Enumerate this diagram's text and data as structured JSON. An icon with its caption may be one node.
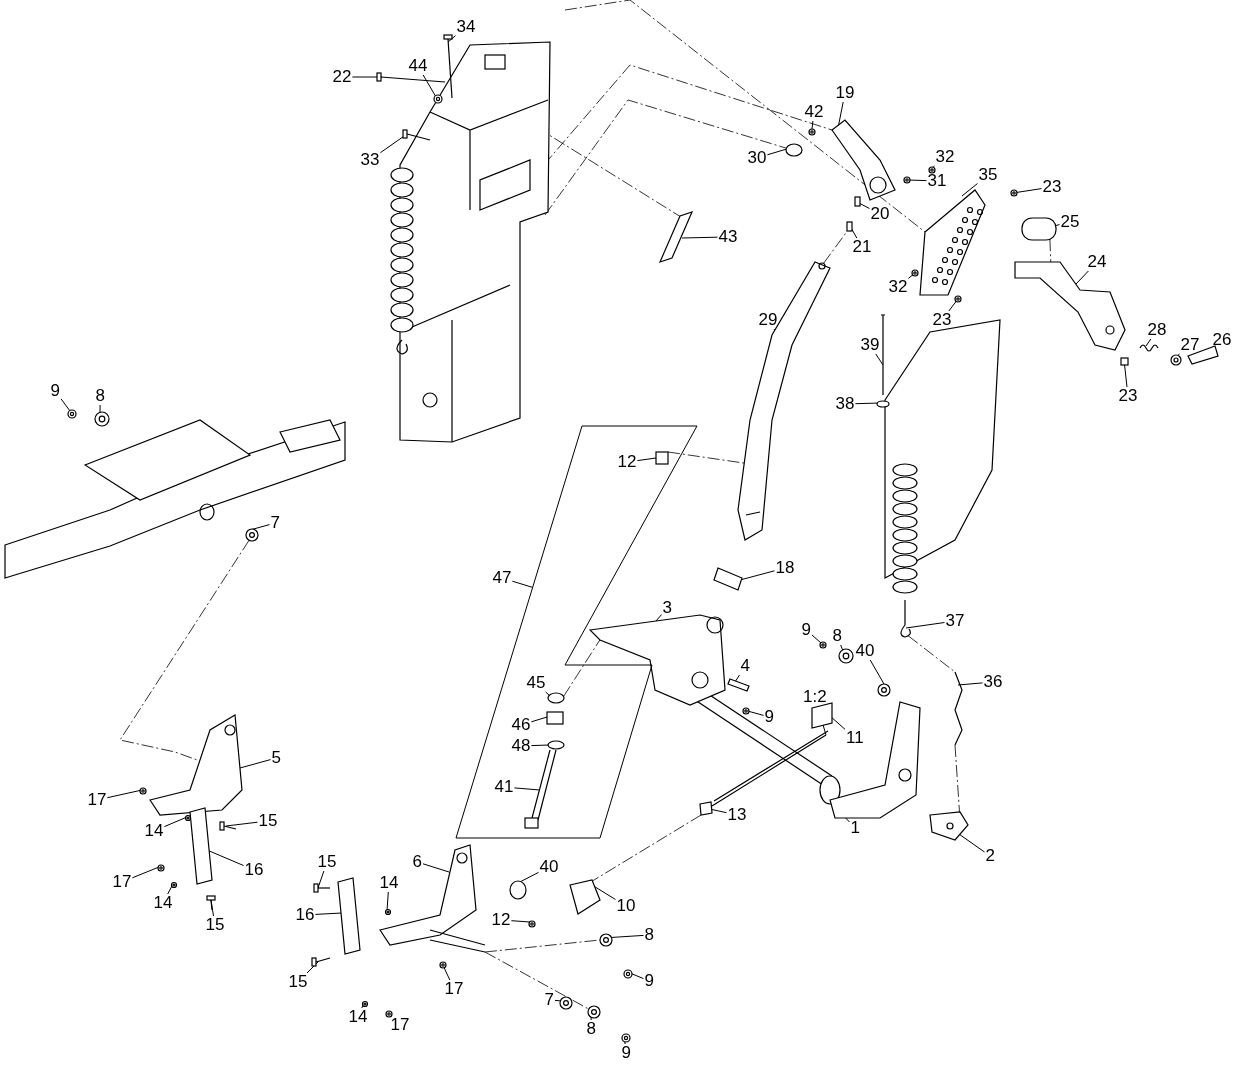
{
  "diagram": {
    "nodes": [
      {
        "text": [
          "34"
        ]
      },
      {
        "text": [
          "22"
        ]
      },
      {
        "text": [
          "44"
        ]
      },
      {
        "text": [
          "33"
        ]
      },
      {
        "text": [
          "19"
        ]
      },
      {
        "text": [
          "42"
        ]
      },
      {
        "text": [
          "30"
        ]
      },
      {
        "text": [
          "32"
        ]
      },
      {
        "text": [
          "35"
        ]
      },
      {
        "text": [
          "23"
        ]
      },
      {
        "text": [
          "31"
        ]
      },
      {
        "text": [
          "25"
        ]
      },
      {
        "text": [
          "20"
        ]
      },
      {
        "text": [
          "43"
        ]
      },
      {
        "text": [
          "21"
        ]
      },
      {
        "text": [
          "24"
        ]
      },
      {
        "text": [
          "32"
        ]
      },
      {
        "text": [
          "23"
        ]
      },
      {
        "text": [
          "29"
        ]
      },
      {
        "text": [
          "28"
        ]
      },
      {
        "text": [
          "27"
        ]
      },
      {
        "text": [
          "26"
        ]
      },
      {
        "text": [
          "39"
        ]
      },
      {
        "text": [
          "23"
        ]
      },
      {
        "text": [
          "38"
        ]
      },
      {
        "text": [
          "9"
        ]
      },
      {
        "text": [
          "8"
        ]
      },
      {
        "text": [],
        "shape": "box"
      },
      {
        "text": [
          "12"
        ],
        "in": 27
      },
      {
        "text": [
          "7"
        ]
      },
      {
        "text": [
          "18"
        ]
      },
      {
        "text": [
          "47"
        ]
      },
      {
        "text": [
          "3"
        ]
      },
      {
        "text": [
          "37"
        ]
      },
      {
        "text": [
          "9"
        ]
      },
      {
        "text": [
          "8"
        ]
      },
      {
        "text": [
          "40"
        ]
      },
      {
        "text": [
          "4"
        ]
      },
      {
        "text": [
          "45"
        ],
        "in": 27
      },
      {
        "text": [
          "36"
        ]
      },
      {
        "text": [
          "1:2"
        ]
      },
      {
        "text": [
          "46"
        ],
        "in": 27
      },
      {
        "text": [
          "9"
        ]
      },
      {
        "text": [
          "11"
        ]
      },
      {
        "text": [
          "48"
        ],
        "in": 27
      },
      {
        "text": [
          "5"
        ]
      },
      {
        "text": [
          "41"
        ],
        "in": 27
      },
      {
        "text": [
          "17"
        ]
      },
      {
        "text": [
          "14"
        ]
      },
      {
        "text": [
          "15"
        ]
      },
      {
        "text": [
          "13"
        ]
      },
      {
        "text": [
          "1"
        ]
      },
      {
        "text": [
          "2"
        ]
      },
      {
        "text": [
          "15"
        ]
      },
      {
        "text": [
          "6"
        ]
      },
      {
        "text": [
          "16"
        ]
      },
      {
        "text": [
          "17"
        ]
      },
      {
        "text": [
          "14"
        ]
      },
      {
        "text": [
          "40"
        ]
      },
      {
        "text": [
          "10"
        ]
      },
      {
        "text": [
          "14"
        ]
      },
      {
        "text": [
          "15"
        ]
      },
      {
        "text": [
          "12"
        ]
      },
      {
        "text": [
          "16"
        ]
      },
      {
        "text": [
          "8"
        ]
      },
      {
        "text": [
          "9"
        ]
      },
      {
        "text": [
          "17"
        ]
      },
      {
        "text": [
          "15"
        ]
      },
      {
        "text": [
          "14"
        ]
      },
      {
        "text": [
          "17"
        ]
      },
      {
        "text": [
          "7"
        ]
      },
      {
        "text": [
          "8"
        ]
      },
      {
        "text": [
          "9"
        ]
      },
      {
        "text": [],
        "shape": "picture"
      },
      {
        "text": [],
        "shape": "picture"
      },
      {
        "text": [],
        "shape": "circle"
      },
      {
        "text": [],
        "shape": "picture"
      },
      {
        "text": [],
        "shape": "picture"
      },
      {
        "text": [],
        "shape": "circle"
      },
      {
        "text": [],
        "shape": "circle"
      },
      {
        "text": [],
        "shape": "circle"
      },
      {
        "text": [],
        "shape": "picture"
      },
      {
        "text": [],
        "shape": "circle"
      },
      {
        "text": [],
        "shape": "circle"
      },
      {
        "text": [],
        "shape": "box"
      },
      {
        "text": [],
        "shape": "box"
      },
      {
        "text": [],
        "shape": "box"
      },
      {
        "text": [],
        "shape": "box"
      },
      {
        "text": [],
        "shape": "picture"
      },
      {
        "text": [],
        "shape": "circle"
      },
      {
        "text": [],
        "shape": "circle"
      },
      {
        "text": [],
        "shape": "picture"
      },
      {
        "text": [],
        "shape": "picture"
      },
      {
        "text": [],
        "shape": "circle"
      },
      {
        "text": [],
        "shape": "picture"
      },
      {
        "text": [],
        "shape": "picture"
      },
      {
        "text": [],
        "shape": "box"
      },
      {
        "text": [],
        "shape": "circle"
      },
      {
        "text": [],
        "shape": "circle"
      },
      {
        "text": [],
        "shape": "circle"
      },
      {
        "text": [],
        "shape": "box",
        "in": 27
      },
      {
        "text": [],
        "shape": "circle"
      },
      {
        "text": [],
        "shape": "box"
      },
      {
        "text": [],
        "shape": "picture"
      },
      {
        "text": [],
        "shape": "picture"
      },
      {
        "text": [],
        "shape": "circle"
      },
      {
        "text": [],
        "shape": "circle"
      },
      {
        "text": [],
        "shape": "circle"
      },
      {
        "text": [],
        "shape": "box"
      },
      {
        "text": [],
        "shape": "circle",
        "in": 27
      },
      {
        "text": [],
        "shape": "picture"
      },
      {
        "text": [],
        "shape": "picture"
      },
      {
        "text": [],
        "shape": "box",
        "in": 27
      },
      {
        "text": [],
        "shape": "circle"
      },
      {
        "text": [],
        "shape": "box"
      },
      {
        "text": [],
        "shape": "circle",
        "in": 27
      },
      {
        "text": [],
        "shape": "picture"
      },
      {
        "text": [],
        "shape": "picture",
        "in": 27
      },
      {
        "text": [],
        "shape": "circle"
      },
      {
        "text": [],
        "shape": "circle"
      },
      {
        "text": [],
        "shape": "picture"
      },
      {
        "text": [],
        "shape": "box"
      },
      {
        "text": [],
        "shape": "picture"
      },
      {
        "text": [],
        "shape": "picture"
      },
      {
        "text": [],
        "shape": "picture"
      },
      {
        "text": [],
        "shape": "picture"
      },
      {
        "text": [],
        "shape": "box"
      },
      {
        "text": [],
        "shape": "circle"
      },
      {
        "text": [],
        "shape": "circle"
      },
      {
        "text": [],
        "shape": "circle"
      },
      {
        "text": [],
        "shape": "box"
      },
      {
        "text": [],
        "shape": "circle"
      },
      {
        "text": [],
        "shape": "picture"
      },
      {
        "text": [],
        "shape": "circle"
      },
      {
        "text": [],
        "shape": "box"
      },
      {
        "text": [],
        "shape": "circle"
      },
      {
        "text": [],
        "shape": "circle"
      },
      {
        "text": [],
        "shape": "circle"
      },
      {
        "text": [],
        "shape": "picture"
      },
      {
        "text": [],
        "shape": "circle"
      },
      {
        "text": [],
        "shape": "circle"
      },
      {
        "text": [],
        "shape": "circle"
      },
      {
        "text": [],
        "shape": "circle"
      },
      {
        "text": [],
        "shape": "circle"
      }
    ],
    "edges": [
      {
        "from": 0,
        "to": 73,
        "arrow": "none"
      },
      {
        "from": 1,
        "to": 74,
        "arrow": "none"
      },
      {
        "from": 2,
        "to": 75,
        "arrow": "none"
      },
      {
        "from": 3,
        "to": 76,
        "arrow": "none"
      },
      {
        "from": 4,
        "to": 77,
        "arrow": "none"
      },
      {
        "from": 5,
        "to": 78,
        "arrow": "none"
      },
      {
        "from": 6,
        "to": 79,
        "arrow": "none"
      },
      {
        "from": 7,
        "to": 80,
        "arrow": "none"
      },
      {
        "from": 8,
        "to": 81,
        "arrow": "none"
      },
      {
        "from": 9,
        "to": 82,
        "arrow": "none"
      },
      {
        "from": 10,
        "to": 83,
        "arrow": "none"
      },
      {
        "from": 11,
        "to": 84,
        "arrow": "none"
      },
      {
        "from": 12,
        "to": 85,
        "arrow": "none"
      },
      {
        "from": 13,
        "to": 86,
        "arrow": "none"
      },
      {
        "from": 14,
        "to": 87,
        "arrow": "none"
      },
      {
        "from": 15,
        "to": 88,
        "arrow": "none"
      },
      {
        "from": 16,
        "to": 89,
        "arrow": "none"
      },
      {
        "from": 17,
        "to": 90,
        "arrow": "none"
      },
      {
        "from": 18,
        "to": 91,
        "arrow": "none"
      },
      {
        "from": 19,
        "to": 92,
        "arrow": "none"
      },
      {
        "from": 20,
        "to": 93,
        "arrow": "none"
      },
      {
        "from": 21,
        "to": 94,
        "arrow": "none"
      },
      {
        "from": 22,
        "to": 95,
        "arrow": "none"
      },
      {
        "from": 23,
        "to": 96,
        "arrow": "none"
      },
      {
        "from": 24,
        "to": 97,
        "arrow": "none"
      },
      {
        "from": 25,
        "to": 98,
        "arrow": "none"
      },
      {
        "from": 26,
        "to": 99,
        "arrow": "none"
      },
      {
        "from": 28,
        "to": 100,
        "arrow": "none"
      },
      {
        "from": 29,
        "to": 101,
        "arrow": "none"
      },
      {
        "from": 30,
        "to": 102,
        "arrow": "none"
      },
      {
        "from": 31,
        "to": 27,
        "arrow": "none"
      },
      {
        "from": 32,
        "to": 103,
        "arrow": "none"
      },
      {
        "from": 33,
        "to": 104,
        "arrow": "none"
      },
      {
        "from": 34,
        "to": 105,
        "arrow": "none"
      },
      {
        "from": 35,
        "to": 106,
        "arrow": "none"
      },
      {
        "from": 36,
        "to": 107,
        "arrow": "none"
      },
      {
        "from": 37,
        "to": 108,
        "arrow": "none"
      },
      {
        "from": 38,
        "to": 109,
        "arrow": "none"
      },
      {
        "from": 39,
        "to": 110,
        "arrow": "none"
      },
      {
        "from": 40,
        "to": 111,
        "arrow": "none"
      },
      {
        "from": 41,
        "to": 112,
        "arrow": "none"
      },
      {
        "from": 42,
        "to": 113,
        "arrow": "none"
      },
      {
        "from": 43,
        "to": 114,
        "arrow": "none"
      },
      {
        "from": 44,
        "to": 115,
        "arrow": "none"
      },
      {
        "from": 45,
        "to": 116,
        "arrow": "none"
      },
      {
        "from": 46,
        "to": 117,
        "arrow": "none"
      },
      {
        "from": 47,
        "to": 118,
        "arrow": "none"
      },
      {
        "from": 48,
        "to": 119,
        "arrow": "none"
      },
      {
        "from": 49,
        "to": 120,
        "arrow": "none"
      },
      {
        "from": 50,
        "to": 121,
        "arrow": "none"
      },
      {
        "from": 51,
        "to": 122,
        "arrow": "none"
      },
      {
        "from": 52,
        "to": 123,
        "arrow": "none"
      },
      {
        "from": 53,
        "to": 124,
        "arrow": "none"
      },
      {
        "from": 54,
        "to": 125,
        "arrow": "none"
      },
      {
        "from": 55,
        "to": 126,
        "arrow": "none"
      },
      {
        "from": 56,
        "to": 127,
        "arrow": "none"
      },
      {
        "from": 57,
        "to": 128,
        "arrow": "none"
      },
      {
        "from": 58,
        "to": 129,
        "arrow": "none"
      },
      {
        "from": 59,
        "to": 130,
        "arrow": "none"
      },
      {
        "from": 60,
        "to": 131,
        "arrow": "none"
      },
      {
        "from": 61,
        "to": 132,
        "arrow": "none"
      },
      {
        "from": 62,
        "to": 133,
        "arrow": "none"
      },
      {
        "from": 63,
        "to": 134,
        "arrow": "none"
      },
      {
        "from": 64,
        "to": 135,
        "arrow": "none"
      },
      {
        "from": 65,
        "to": 136,
        "arrow": "none"
      },
      {
        "from": 66,
        "to": 137,
        "arrow": "none"
      },
      {
        "from": 67,
        "to": 138,
        "arrow": "none"
      },
      {
        "from": 68,
        "to": 139,
        "arrow": "none"
      },
      {
        "from": 69,
        "to": 140,
        "arrow": "none"
      },
      {
        "from": 70,
        "to": 141,
        "arrow": "none"
      },
      {
        "from": 71,
        "to": 142,
        "arrow": "none"
      },
      {
        "from": 72,
        "to": 143,
        "arrow": "none"
      },
      {
        "from": null,
        "to": 81,
        "arrow": "none",
        "style": "dashed"
      },
      {
        "from": null,
        "to": 77,
        "arrow": "none",
        "style": "dashed"
      },
      {
        "from": null,
        "to": 79,
        "arrow": "none",
        "style": "dashed"
      },
      {
        "from": 75,
        "to": 86,
        "arrow": "none",
        "style": "dashed"
      },
      {
        "from": 101,
        "to": 116,
        "arrow": "none",
        "style": "dashed"
      },
      {
        "from": 100,
        "to": 91,
        "arrow": "none",
        "style": "dashed"
      },
      {
        "from": 109,
        "to": 103,
        "arrow": "none",
        "style": "dashed"
      },
      {
        "from": 104,
        "to": 110,
        "arrow": "none",
        "style": "dashed"
      },
      {
        "from": 121,
        "to": 130,
        "arrow": "none",
        "style": "dashed"
      },
      {
        "from": 125,
        "to": 135,
        "arrow": "none",
        "style": "dashed"
      },
      {
        "from": 125,
        "to": 142,
        "arrow": "none",
        "style": "dashed"
      },
      {
        "from": 84,
        "to": 88,
        "arrow": "none",
        "style": "dashed"
      },
      {
        "from": 91,
        "to": 87,
        "arrow": "none",
        "style": "dashed"
      },
      {
        "from": 110,
        "to": 123,
        "arrow": "none",
        "style": "dashed"
      }
    ]
  }
}
